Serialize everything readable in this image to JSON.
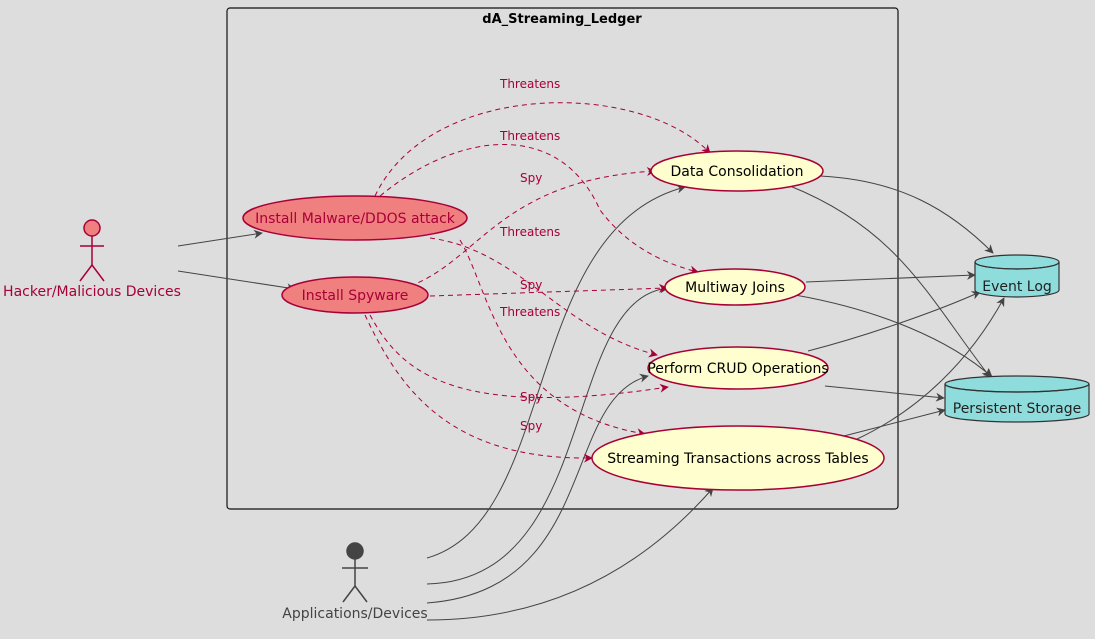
{
  "diagram": {
    "system_title": "dA_Streaming_Ledger",
    "actors": {
      "hacker": "Hacker/Malicious Devices",
      "apps": "Applications/Devices"
    },
    "threat_use_cases": {
      "malware": "Install Malware/DDOS attack",
      "spyware": "Install Spyware"
    },
    "use_cases": {
      "consolidation": "Data Consolidation",
      "joins": "Multiway Joins",
      "crud": "Perform CRUD Operations",
      "streaming": "Streaming Transactions across Tables"
    },
    "datastores": {
      "event_log": "Event Log",
      "persistent": "Persistent Storage"
    },
    "edge_labels": {
      "threatens_1": "Threatens",
      "threatens_2": "Threatens",
      "threatens_3": "Threatens",
      "threatens_4": "Threatens",
      "spy_1": "Spy",
      "spy_2": "Spy",
      "spy_3": "Spy",
      "spy_4": "Spy"
    },
    "colors": {
      "background": "#dddddd",
      "threat_fill": "#f08080",
      "threat_stroke": "#a80036",
      "usecase_fill": "#fefece",
      "datastore_fill": "#8fdcdc",
      "line": "#383838",
      "actor_dark": "#444444"
    }
  }
}
